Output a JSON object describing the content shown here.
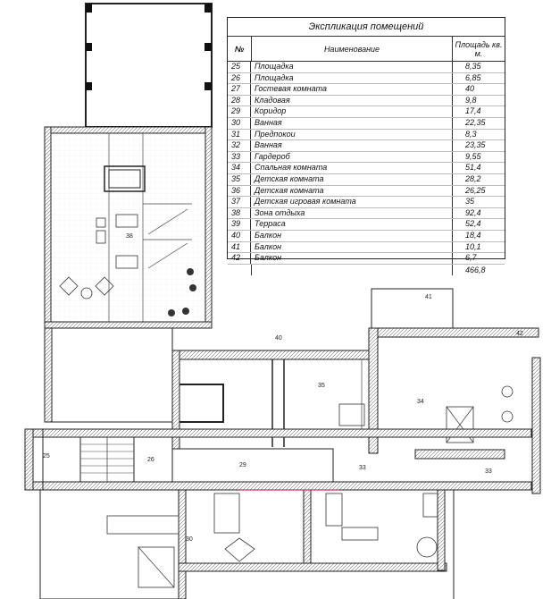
{
  "explication": {
    "title": "Экспликация помещений",
    "col_num": "№",
    "col_name": "Наименование",
    "col_area": "Площадь кв. м.",
    "rows": [
      {
        "num": "25",
        "name": "Площадка",
        "area": "8,35"
      },
      {
        "num": "26",
        "name": "Площадка",
        "area": "6,85"
      },
      {
        "num": "27",
        "name": "Гостевая комната",
        "area": "40"
      },
      {
        "num": "28",
        "name": "Кладовая",
        "area": "9,8"
      },
      {
        "num": "29",
        "name": "Коридор",
        "area": "17,4"
      },
      {
        "num": "30",
        "name": "Ванная",
        "area": "22,35"
      },
      {
        "num": "31",
        "name": "Предпокои",
        "area": "8,3"
      },
      {
        "num": "32",
        "name": "Ванная",
        "area": "23,35"
      },
      {
        "num": "33",
        "name": "Гардероб",
        "area": "9,55"
      },
      {
        "num": "34",
        "name": "Спальная комната",
        "area": "51,4"
      },
      {
        "num": "35",
        "name": "Детская комната",
        "area": "28,2"
      },
      {
        "num": "36",
        "name": "Детская комната",
        "area": "26,25"
      },
      {
        "num": "37",
        "name": "Детская игровая комната",
        "area": "35"
      },
      {
        "num": "38",
        "name": "Зона отдыха",
        "area": "92,4"
      },
      {
        "num": "39",
        "name": "Терраса",
        "area": "52,4"
      },
      {
        "num": "40",
        "name": "Балкон",
        "area": "18,4"
      },
      {
        "num": "41",
        "name": "Балкон",
        "area": "10,1"
      },
      {
        "num": "42",
        "name": "Балкон",
        "area": "6,7"
      }
    ],
    "total": "466,8"
  },
  "room_tags": {
    "t38": "38",
    "t41": "41",
    "t40": "40",
    "t42": "42",
    "t35": "35",
    "t34": "34",
    "t25": "25",
    "t26": "26",
    "t29": "29",
    "t33": "33",
    "t33b": "33",
    "t30": "30"
  },
  "colors": {
    "wall": "#222222",
    "hatch": "#888888",
    "accent_line": "#cc3366"
  }
}
